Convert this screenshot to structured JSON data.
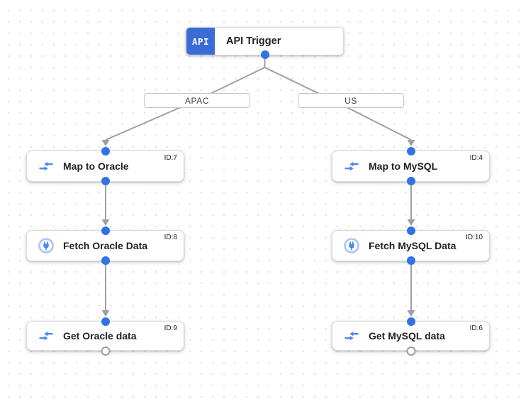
{
  "colors": {
    "accent_blue": "#3b6bd7",
    "port_blue": "#3173e4",
    "edge_gray": "#9aa0a6",
    "icon_blue": "#4c87ee",
    "icon_light_blue": "#a6c5fa",
    "node_border": "#d9dbde",
    "label_border": "#c2c5c9",
    "text_primary": "#202124",
    "text_secondary": "#3c4043",
    "dot_color": "#e1e2e4"
  },
  "trigger": {
    "badge": "API",
    "title": "API Trigger"
  },
  "edge_labels": [
    {
      "label": "APAC"
    },
    {
      "label": "US"
    }
  ],
  "nodes": [
    {
      "title": "Map to Oracle",
      "id_label": "ID:7",
      "icon": "data-mapping-icon"
    },
    {
      "title": "Fetch Oracle Data",
      "id_label": "ID:8",
      "icon": "connector-icon"
    },
    {
      "title": "Get Oracle data",
      "id_label": "ID:9",
      "icon": "data-mapping-icon"
    },
    {
      "title": "Map to MySQL",
      "id_label": "ID:4",
      "icon": "data-mapping-icon"
    },
    {
      "title": "Fetch MySQL Data",
      "id_label": "ID:10",
      "icon": "connector-icon"
    },
    {
      "title": "Get MySQL data",
      "id_label": "ID:6",
      "icon": "data-mapping-icon"
    }
  ]
}
